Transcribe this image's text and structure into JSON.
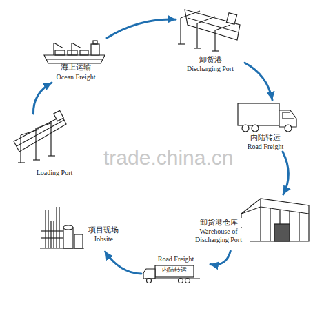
{
  "diagram": {
    "nodes": [
      {
        "text": [
          "海上运输",
          "Ocean Freight"
        ]
      },
      {
        "text": [
          "卸货港",
          "Discharging Port"
        ]
      },
      {
        "text": [
          "内陆转运",
          "Road Freight"
        ]
      },
      {
        "text": [
          "Loading Port"
        ]
      },
      {
        "text": [
          "卸货港仓库",
          "Warehouse of Discharging Port"
        ]
      },
      {
        "text": [
          "项目现场",
          "Jobsite"
        ]
      },
      {
        "text": [
          "Road Freight",
          "内陆转运"
        ]
      }
    ],
    "edges": [
      {
        "from": 3,
        "to": 0,
        "arrow": "to"
      },
      {
        "from": 0,
        "to": 1,
        "arrow": "to"
      },
      {
        "from": 1,
        "to": 2,
        "arrow": "to"
      },
      {
        "from": 2,
        "to": 4,
        "arrow": "to"
      },
      {
        "from": 4,
        "to": 6,
        "arrow": "to"
      },
      {
        "from": 6,
        "to": 5,
        "arrow": "to"
      }
    ],
    "labels": [
      "trade.china.cn"
    ]
  }
}
